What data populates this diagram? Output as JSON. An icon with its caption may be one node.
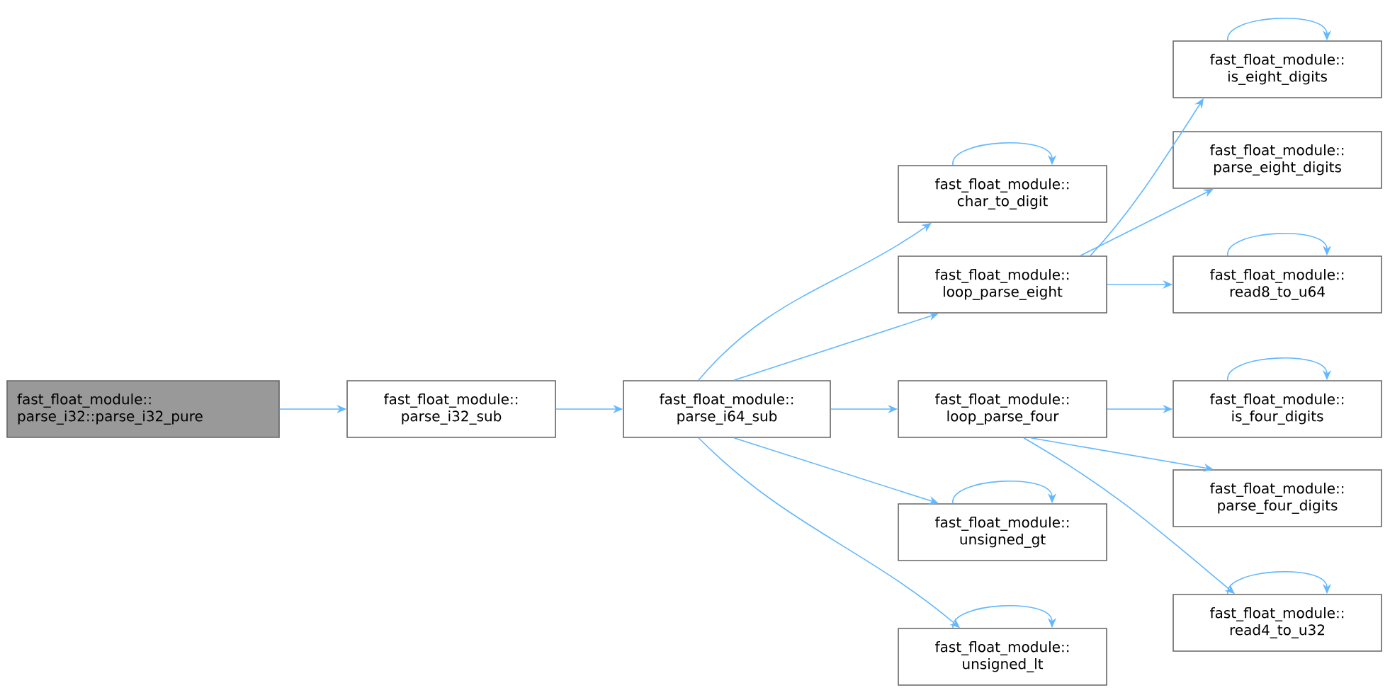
{
  "diagram": {
    "nodes": [
      {
        "text": [
          "fast_float_module:: parse_i32::parse_i32_pure"
        ]
      },
      {
        "text": [
          "fast_float_module:: parse_i32_sub"
        ]
      },
      {
        "text": [
          "fast_float_module:: parse_i64_sub"
        ]
      },
      {
        "text": [
          "fast_float_module:: char_to_digit"
        ]
      },
      {
        "text": [
          "fast_float_module:: loop_parse_eight"
        ]
      },
      {
        "text": [
          "fast_float_module:: loop_parse_four"
        ]
      },
      {
        "text": [
          "fast_float_module:: unsigned_gt"
        ]
      },
      {
        "text": [
          "fast_float_module:: unsigned_lt"
        ]
      },
      {
        "text": [
          "fast_float_module:: is_eight_digits"
        ]
      },
      {
        "text": [
          "fast_float_module:: parse_eight_digits"
        ]
      },
      {
        "text": [
          "fast_float_module:: read8_to_u64"
        ]
      },
      {
        "text": [
          "fast_float_module:: is_four_digits"
        ]
      },
      {
        "text": [
          "fast_float_module:: parse_four_digits"
        ]
      },
      {
        "text": [
          "fast_float_module:: read4_to_u32"
        ]
      }
    ],
    "edges": [
      {
        "from": 0,
        "to": 1,
        "arrow": "to"
      },
      {
        "from": 1,
        "to": 2,
        "arrow": "to"
      },
      {
        "from": 2,
        "to": 3,
        "arrow": "to"
      },
      {
        "from": 2,
        "to": 4,
        "arrow": "to"
      },
      {
        "from": 2,
        "to": 5,
        "arrow": "to"
      },
      {
        "from": 2,
        "to": 6,
        "arrow": "to"
      },
      {
        "from": 2,
        "to": 7,
        "arrow": "to"
      },
      {
        "from": 3,
        "to": 3,
        "arrow": "to"
      },
      {
        "from": 4,
        "to": 8,
        "arrow": "to"
      },
      {
        "from": 4,
        "to": 9,
        "arrow": "to"
      },
      {
        "from": 4,
        "to": 10,
        "arrow": "to"
      },
      {
        "from": 8,
        "to": 8,
        "arrow": "to"
      },
      {
        "from": 10,
        "to": 10,
        "arrow": "to"
      },
      {
        "from": 5,
        "to": 11,
        "arrow": "to"
      },
      {
        "from": 5,
        "to": 12,
        "arrow": "to"
      },
      {
        "from": 5,
        "to": 13,
        "arrow": "to"
      },
      {
        "from": 11,
        "to": 11,
        "arrow": "to"
      },
      {
        "from": 13,
        "to": 13,
        "arrow": "to"
      },
      {
        "from": 6,
        "to": 6,
        "arrow": "to"
      },
      {
        "from": 7,
        "to": 7,
        "arrow": "to"
      }
    ]
  }
}
